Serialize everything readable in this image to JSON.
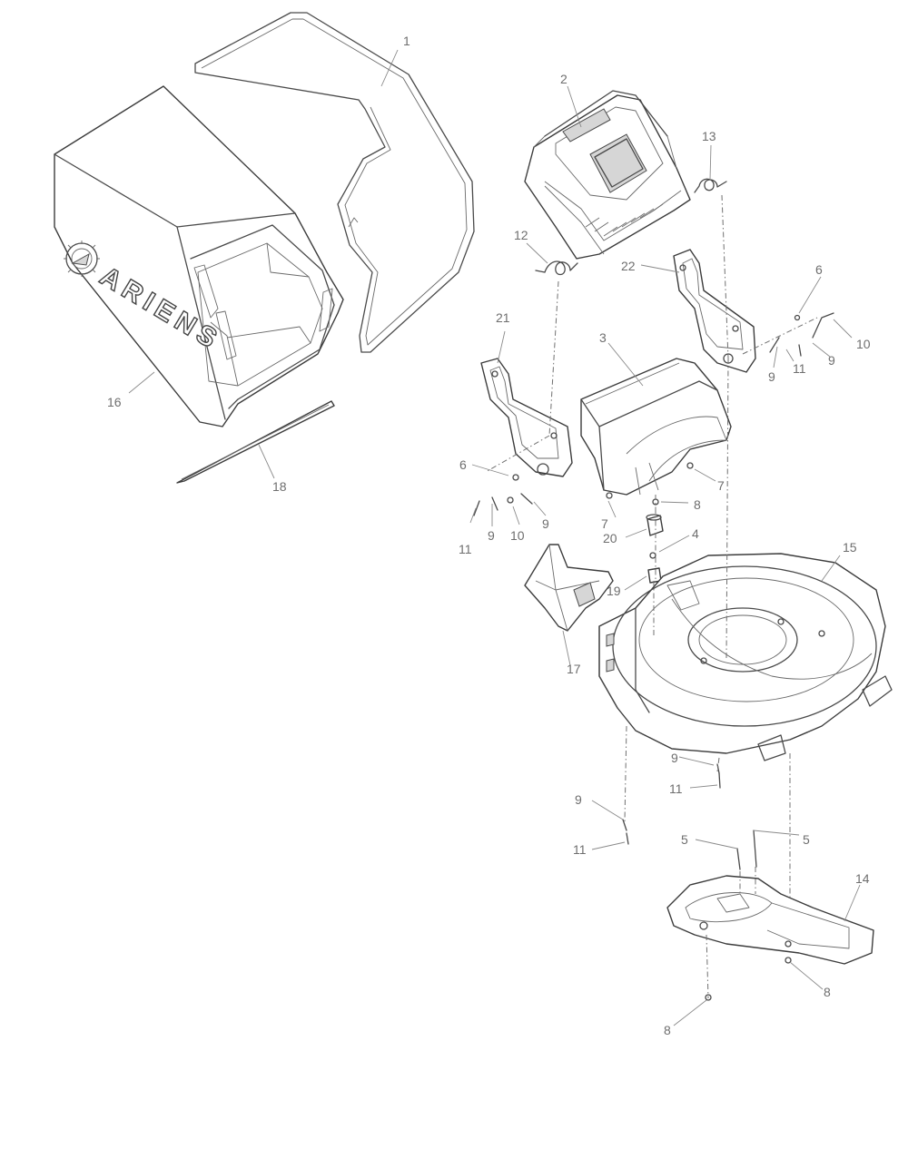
{
  "brand_text": "ARIENS",
  "callouts": [
    "1",
    "2",
    "3",
    "4",
    "5",
    "5",
    "6",
    "6",
    "7",
    "7",
    "8",
    "8",
    "8",
    "9",
    "9",
    "9",
    "9",
    "9",
    "9",
    "10",
    "10",
    "11",
    "11",
    "11",
    "11",
    "12",
    "13",
    "14",
    "15",
    "16",
    "17",
    "18",
    "19",
    "20",
    "21",
    "22"
  ],
  "colors": {
    "line": "#4a4a4a",
    "label": "#6e6e6e",
    "background": "#ffffff"
  }
}
